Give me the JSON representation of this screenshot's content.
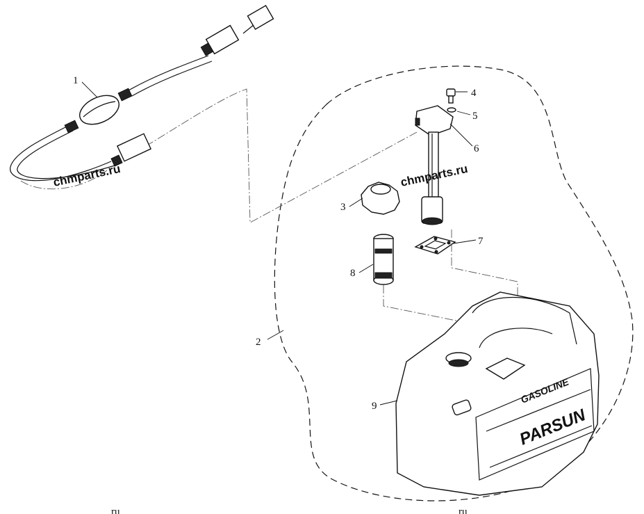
{
  "watermarks": [
    "chmparts.ru",
    "chmparts.ru"
  ],
  "callouts": [
    "1",
    "2",
    "3",
    "4",
    "5",
    "6",
    "7",
    "8",
    "9"
  ],
  "tank_labels": {
    "gasoline": "GASOLINE",
    "brand": "PARSUN"
  },
  "footer_marks": [
    "ru",
    "ru"
  ]
}
